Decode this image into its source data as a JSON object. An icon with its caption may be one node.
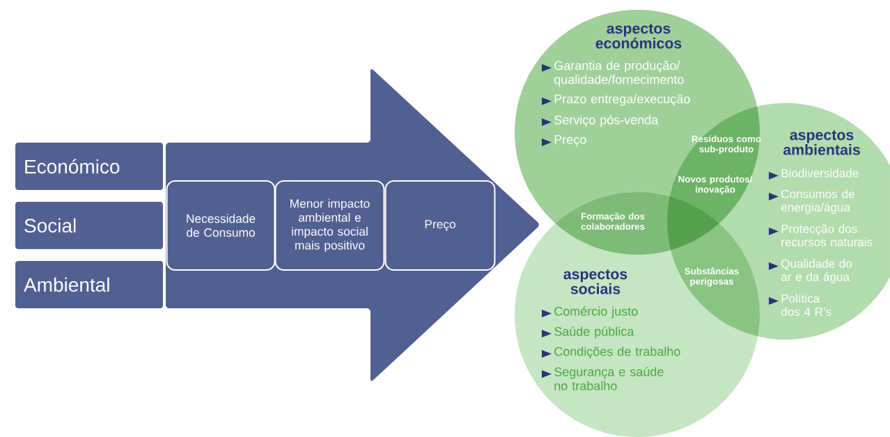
{
  "diagram": {
    "nodes": [
      {
        "text": [
          "Económico"
        ]
      },
      {
        "text": [
          "Social"
        ]
      },
      {
        "text": [
          "Ambiental"
        ]
      },
      {
        "text": [],
        "shape": "arrow"
      },
      {
        "text": [
          "Necessidade de Consumo"
        ],
        "in": 3
      },
      {
        "text": [
          "Menor impacto ambiental e impacto social mais positivo"
        ],
        "in": 3
      },
      {
        "text": [
          "Preço"
        ],
        "in": 3
      },
      {
        "text": [
          "aspectos económicos",
          "Garantia de produção/ qualidade/fornecimento",
          "Prazo entrega/execução",
          "Serviço pós-venda",
          "Preço"
        ]
      },
      {
        "text": [
          "aspectos ambientais",
          "Biodiversidade",
          "Consumos de energia/água",
          "Protecção dos recursos naturais",
          "Qualidade do ar e da água",
          "Política dos 4 R’s"
        ]
      },
      {
        "text": [
          "aspectos sociais",
          "Comércio justo",
          "Saúde pública",
          "Condições de trabalho",
          "Segurança e saúde no trabalho"
        ]
      }
    ],
    "labels": [
      "Resíduos como sub-produto",
      "Novos produtos/ inovação",
      "Formação dos colaboradores",
      "Substâncias perigosas"
    ]
  }
}
